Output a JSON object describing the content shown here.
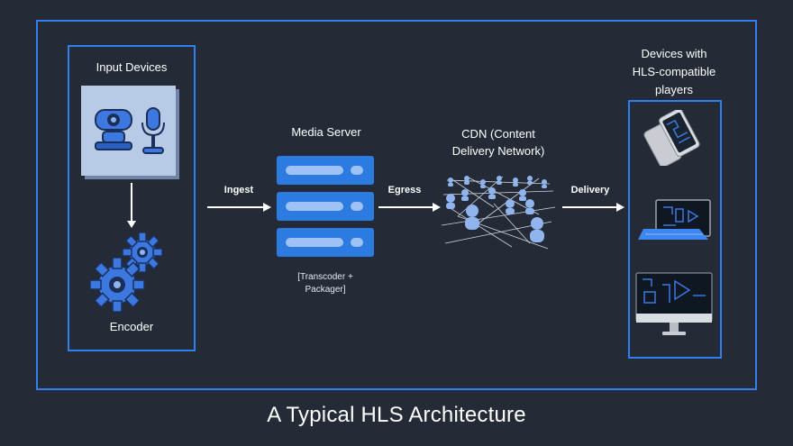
{
  "title": "A Typical HLS Architecture",
  "input_group": {
    "label": "Input Devices",
    "encoder_label": "Encoder"
  },
  "media_server": {
    "label": "Media Server",
    "note_line1": "[Transcoder +",
    "note_line2": "Packager]"
  },
  "cdn": {
    "label_line1": "CDN (Content",
    "label_line2": "Delivery Network)"
  },
  "devices": {
    "label_line1": "Devices with",
    "label_line2": "HLS-compatible",
    "label_line3": "players"
  },
  "arrows": {
    "ingest": "Ingest",
    "egress": "Egress",
    "delivery": "Delivery"
  },
  "colors": {
    "background": "#242b37",
    "accent": "#2f80ed",
    "icon_fill": "#8fb4ee",
    "server": "#2b7be0"
  },
  "icons": [
    "webcam-icon",
    "microphone-icon",
    "gear-icon",
    "server-icon",
    "network-icon",
    "phone-icon",
    "tablet-icon",
    "monitor-icon"
  ]
}
